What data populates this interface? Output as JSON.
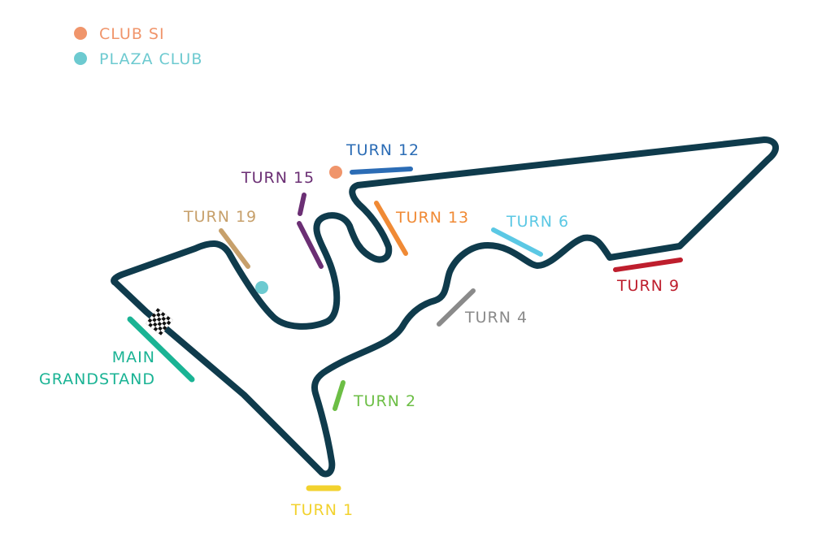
{
  "legend": [
    {
      "label": "CLUB SI",
      "color": "#f0956b",
      "icon": "circle-dot-icon"
    },
    {
      "label": "PLAZA CLUB",
      "color": "#6dcad0",
      "icon": "circle-dot-icon"
    }
  ],
  "track": {
    "color": "#0f3b4c",
    "start_finish_icon": "checkered-flag-icon"
  },
  "areas": {
    "main_grandstand": {
      "line1": "MAIN",
      "line2": "GRANDSTAND",
      "color": "#1ab394"
    },
    "turn_1": {
      "label": "TURN 1",
      "color": "#f2d22e"
    },
    "turn_2": {
      "label": "TURN 2",
      "color": "#6cbe45"
    },
    "turn_4": {
      "label": "TURN 4",
      "color": "#8a8a8a"
    },
    "turn_6": {
      "label": "TURN 6",
      "color": "#5bc8e4"
    },
    "turn_9": {
      "label": "TURN 9",
      "color": "#be1e2d"
    },
    "turn_12": {
      "label": "TURN 12",
      "color": "#2b6cb5"
    },
    "turn_13": {
      "label": "TURN 13",
      "color": "#f08a35"
    },
    "turn_15": {
      "label": "TURN 15",
      "color": "#6b2f74"
    },
    "turn_19": {
      "label": "TURN 19",
      "color": "#c7a06b"
    }
  }
}
